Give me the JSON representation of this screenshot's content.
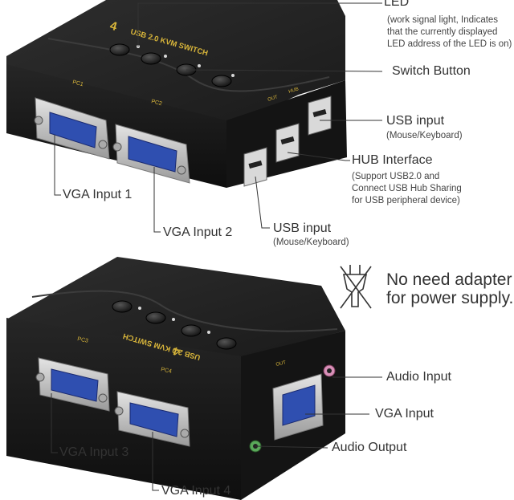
{
  "device": {
    "brand": "4",
    "model_text": "USB 2.0 KVM SWITCH",
    "ports": [
      "PC1",
      "PC2",
      "PC3",
      "PC4"
    ],
    "rear_out": "OUT",
    "rear_hub": "HUB"
  },
  "top_view": {
    "led": {
      "title": "LED",
      "desc": [
        "(work signal light, Indicates",
        "that the currently displayed",
        "LED address of the LED is on)"
      ]
    },
    "switch_button": "Switch Button",
    "usb_input_upper": {
      "title": "USB input",
      "desc": "(Mouse/Keyboard)"
    },
    "hub_interface": {
      "title": "HUB Interface",
      "desc": [
        "(Support USB2.0 and",
        "Connect USB Hub Sharing",
        "for USB peripheral device)"
      ]
    },
    "usb_input_lower": {
      "title": "USB input",
      "desc": "(Mouse/Keyboard)"
    },
    "vga_input_1": "VGA Input 1",
    "vga_input_2": "VGA Input 2"
  },
  "power_note": [
    "No need adapter",
    "for power supply."
  ],
  "bottom_view": {
    "audio_input": "Audio Input",
    "vga_input": "VGA Input",
    "audio_output": "Audio Output",
    "vga_input_3": "VGA Input 3",
    "vga_input_4": "VGA Input 4"
  },
  "colors": {
    "body": "#1c1c1c",
    "body_top": "#2a2a2a",
    "accent_yellow": "#d8b53a",
    "vga_blue": "#2f4fb0",
    "vga_shell": "#bfbfbf",
    "audio_pink": "#d890b8",
    "audio_green": "#5aa85a",
    "leader_line": "#333333"
  },
  "icons": [
    "no-adapter-icon",
    "switch-button-icon",
    "led-icon"
  ]
}
